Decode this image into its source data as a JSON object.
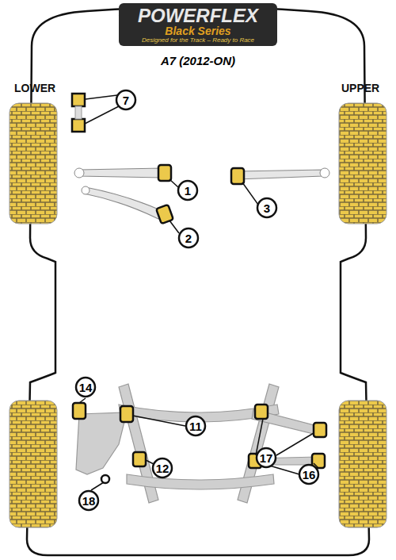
{
  "diagram": {
    "title": "A7 (2012-ON)",
    "nodes": [
      {
        "text": [
          "7"
        ]
      },
      {
        "text": [
          "1"
        ]
      },
      {
        "text": [
          "3"
        ]
      },
      {
        "text": [
          "2"
        ]
      },
      {
        "text": [
          "14"
        ]
      },
      {
        "text": [
          "11"
        ]
      },
      {
        "text": [
          "17"
        ]
      },
      {
        "text": [
          "12"
        ]
      },
      {
        "text": [
          "18"
        ]
      },
      {
        "text": [
          "16"
        ]
      }
    ],
    "labels": [
      "POWERFLEX",
      "Black Series",
      "Designed for the Track – Ready to Race",
      "LOWER",
      "UPPER"
    ]
  }
}
